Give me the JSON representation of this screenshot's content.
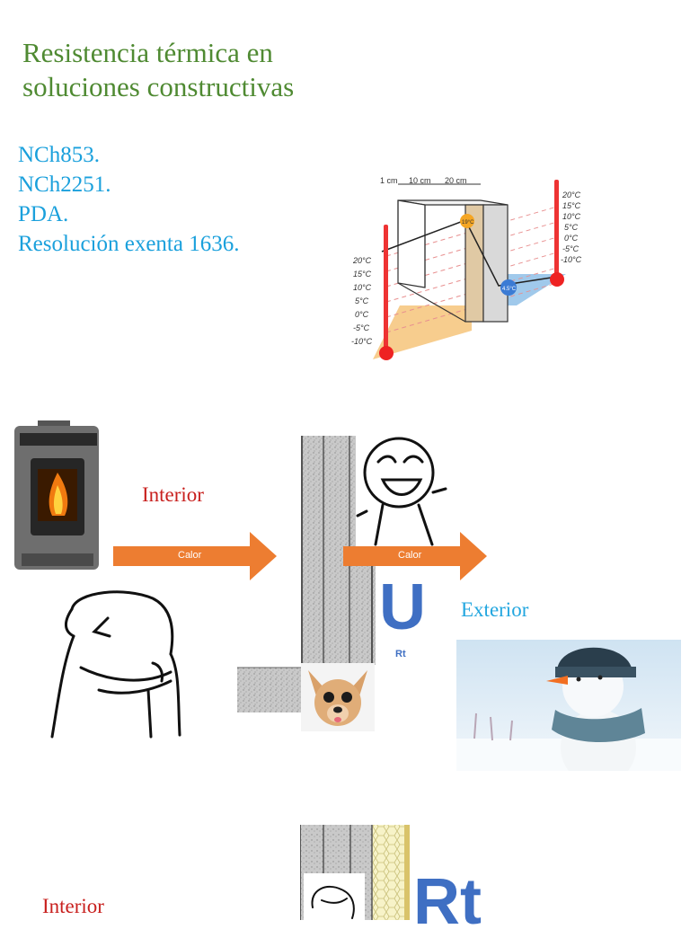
{
  "slide1": {
    "title_line1": "Resistencia térmica en",
    "title_line2": "soluciones constructivas",
    "references": [
      "NCh853.",
      "NCh2251.",
      "PDA.",
      "Resolución exenta 1636."
    ]
  },
  "diagram": {
    "thickness_labels": [
      "1 cm",
      "10 cm",
      "20 cm"
    ],
    "left_scale": [
      "20°C",
      "15°C",
      "10°C",
      "5°C",
      "0°C",
      "-5°C",
      "-10°C"
    ],
    "right_scale": [
      "20°C",
      "15°C",
      "10°C",
      "5°C",
      "0°C",
      "-5°C",
      "-10°C"
    ],
    "inner_temp": "19°C",
    "outer_temp": "4.5°C"
  },
  "slide2": {
    "interior_label": "Interior",
    "exterior_label": "Exterior",
    "arrow1_label": "Calor",
    "arrow2_label": "Calor",
    "u_label": "U",
    "rt_label": "Rt"
  },
  "slide3": {
    "interior_label": "Interior",
    "rt_label": "Rt"
  },
  "colors": {
    "title": "#4f8a32",
    "references": "#1aa0dc",
    "interior": "#c8201e",
    "exterior": "#22a6df",
    "arrow": "#ed7d31",
    "u_rt": "#3f6fc3"
  }
}
